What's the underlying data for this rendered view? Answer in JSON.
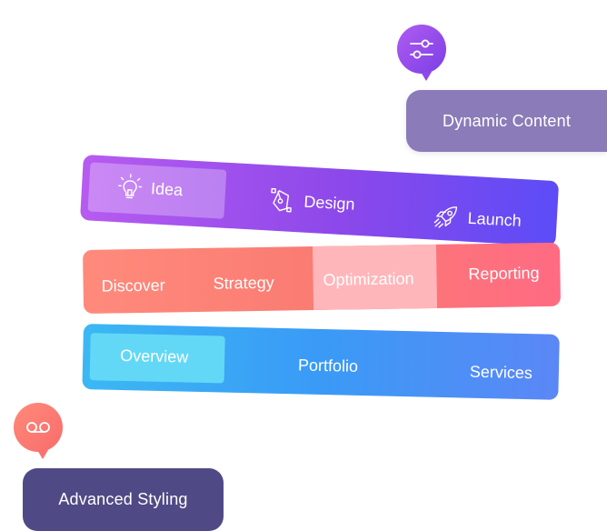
{
  "floating": {
    "dynamic_icon": "sliders-icon",
    "dynamic_label": "Dynamic Content",
    "advanced_icon": "voicemail-icon",
    "advanced_label": "Advanced Styling"
  },
  "bars": {
    "purple": {
      "items": [
        {
          "label": "Idea",
          "icon": "lightbulb-icon",
          "active": true
        },
        {
          "label": "Design",
          "icon": "pen-tool-icon",
          "active": false
        },
        {
          "label": "Launch",
          "icon": "rocket-icon",
          "active": false
        }
      ]
    },
    "coral": {
      "items": [
        {
          "label": "Discover",
          "active": false
        },
        {
          "label": "Strategy",
          "active": false
        },
        {
          "label": "Optimization",
          "active": true
        },
        {
          "label": "Reporting",
          "active": false
        }
      ]
    },
    "blue": {
      "items": [
        {
          "label": "Overview",
          "active": true
        },
        {
          "label": "Portfolio",
          "active": false
        },
        {
          "label": "Services",
          "active": false
        }
      ]
    }
  },
  "colors": {
    "purple_start": "#b75bf0",
    "purple_end": "#5c4cf7",
    "coral_start": "#ff8a7c",
    "coral_end": "#ff6b83",
    "blue_start": "#3bb8f4",
    "blue_end": "#5b87f6",
    "dynamic_pill": "#8b7bb8",
    "advanced_pill": "#4f4a85"
  }
}
